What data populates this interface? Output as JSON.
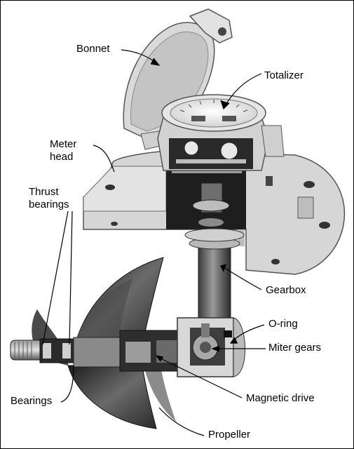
{
  "labels": {
    "bonnet": "Bonnet",
    "totalizer": "Totalizer",
    "meter_head_line1": "Meter",
    "meter_head_line2": "head",
    "thrust_bearings_line1": "Thrust",
    "thrust_bearings_line2": "bearings",
    "gearbox": "Gearbox",
    "o_ring": "O-ring",
    "miter_gears": "Miter gears",
    "bearings": "Bearings",
    "magnetic_drive": "Magnetic drive",
    "propeller": "Propeller"
  },
  "colors": {
    "background": "#ffffff",
    "casting": "#d9d9d9",
    "metal_dark": "#3a3a3a",
    "metal_mid": "#7a7a7a",
    "line": "#000000"
  }
}
